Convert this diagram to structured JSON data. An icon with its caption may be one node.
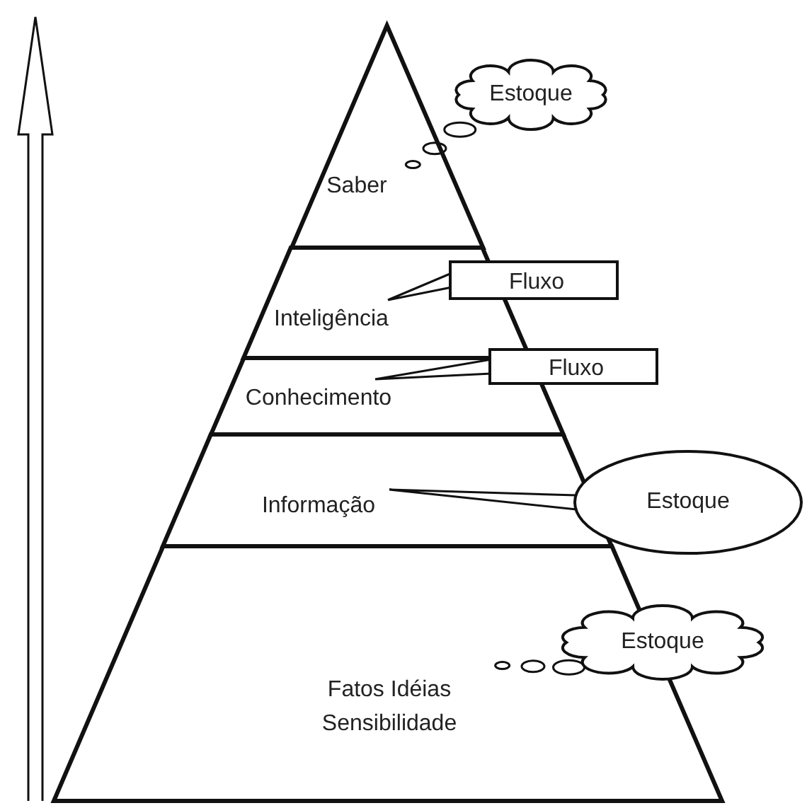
{
  "diagram": {
    "nodes": [
      {
        "text": [
          "Saber"
        ]
      },
      {
        "text": [
          "Inteligência"
        ]
      },
      {
        "text": [
          "Conhecimento"
        ]
      },
      {
        "text": [
          "Informação"
        ]
      },
      {
        "text": [
          "Fatos Idéias Sensibilidade"
        ]
      },
      {
        "text": [
          "Estoque"
        ]
      },
      {
        "text": [
          "Fluxo"
        ]
      },
      {
        "text": [
          "Fluxo"
        ]
      },
      {
        "text": [
          "Estoque"
        ]
      },
      {
        "text": [
          "Estoque"
        ]
      }
    ],
    "edges": [
      {
        "from": 5,
        "to": 0,
        "arrow": "none"
      },
      {
        "from": 6,
        "to": 1,
        "arrow": "none"
      },
      {
        "from": 7,
        "to": 2,
        "arrow": "none"
      },
      {
        "from": 8,
        "to": 3,
        "arrow": "none"
      },
      {
        "from": 9,
        "to": 4,
        "arrow": "none"
      }
    ]
  }
}
